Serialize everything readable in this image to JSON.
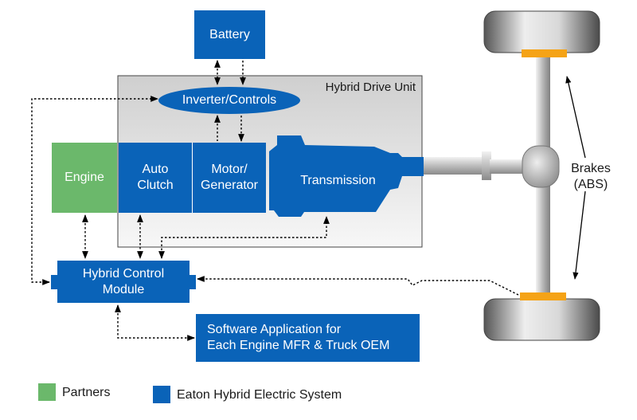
{
  "colors": {
    "eaton_blue": "#0a63b8",
    "partner_green": "#6bb86b",
    "brake_orange": "#f5a316",
    "hdu_fill_top": "#d2d2d2",
    "hdu_fill_bottom": "#f6f6f6",
    "connector_line": "#000000"
  },
  "diagram": {
    "battery": "Battery",
    "hybrid_drive_unit": "Hybrid Drive Unit",
    "inverter_controls": "Inverter/Controls",
    "engine": "Engine",
    "auto_clutch": "Auto\nClutch",
    "motor_generator": "Motor/\nGenerator",
    "transmission": "Transmission",
    "hybrid_control_module": "Hybrid Control\nModule",
    "software_application": "Software Application for\nEach Engine MFR & Truck OEM",
    "brakes": "Brakes\n(ABS)"
  },
  "legend": {
    "partners": "Partners",
    "eaton_system": "Eaton Hybrid Electric System"
  }
}
